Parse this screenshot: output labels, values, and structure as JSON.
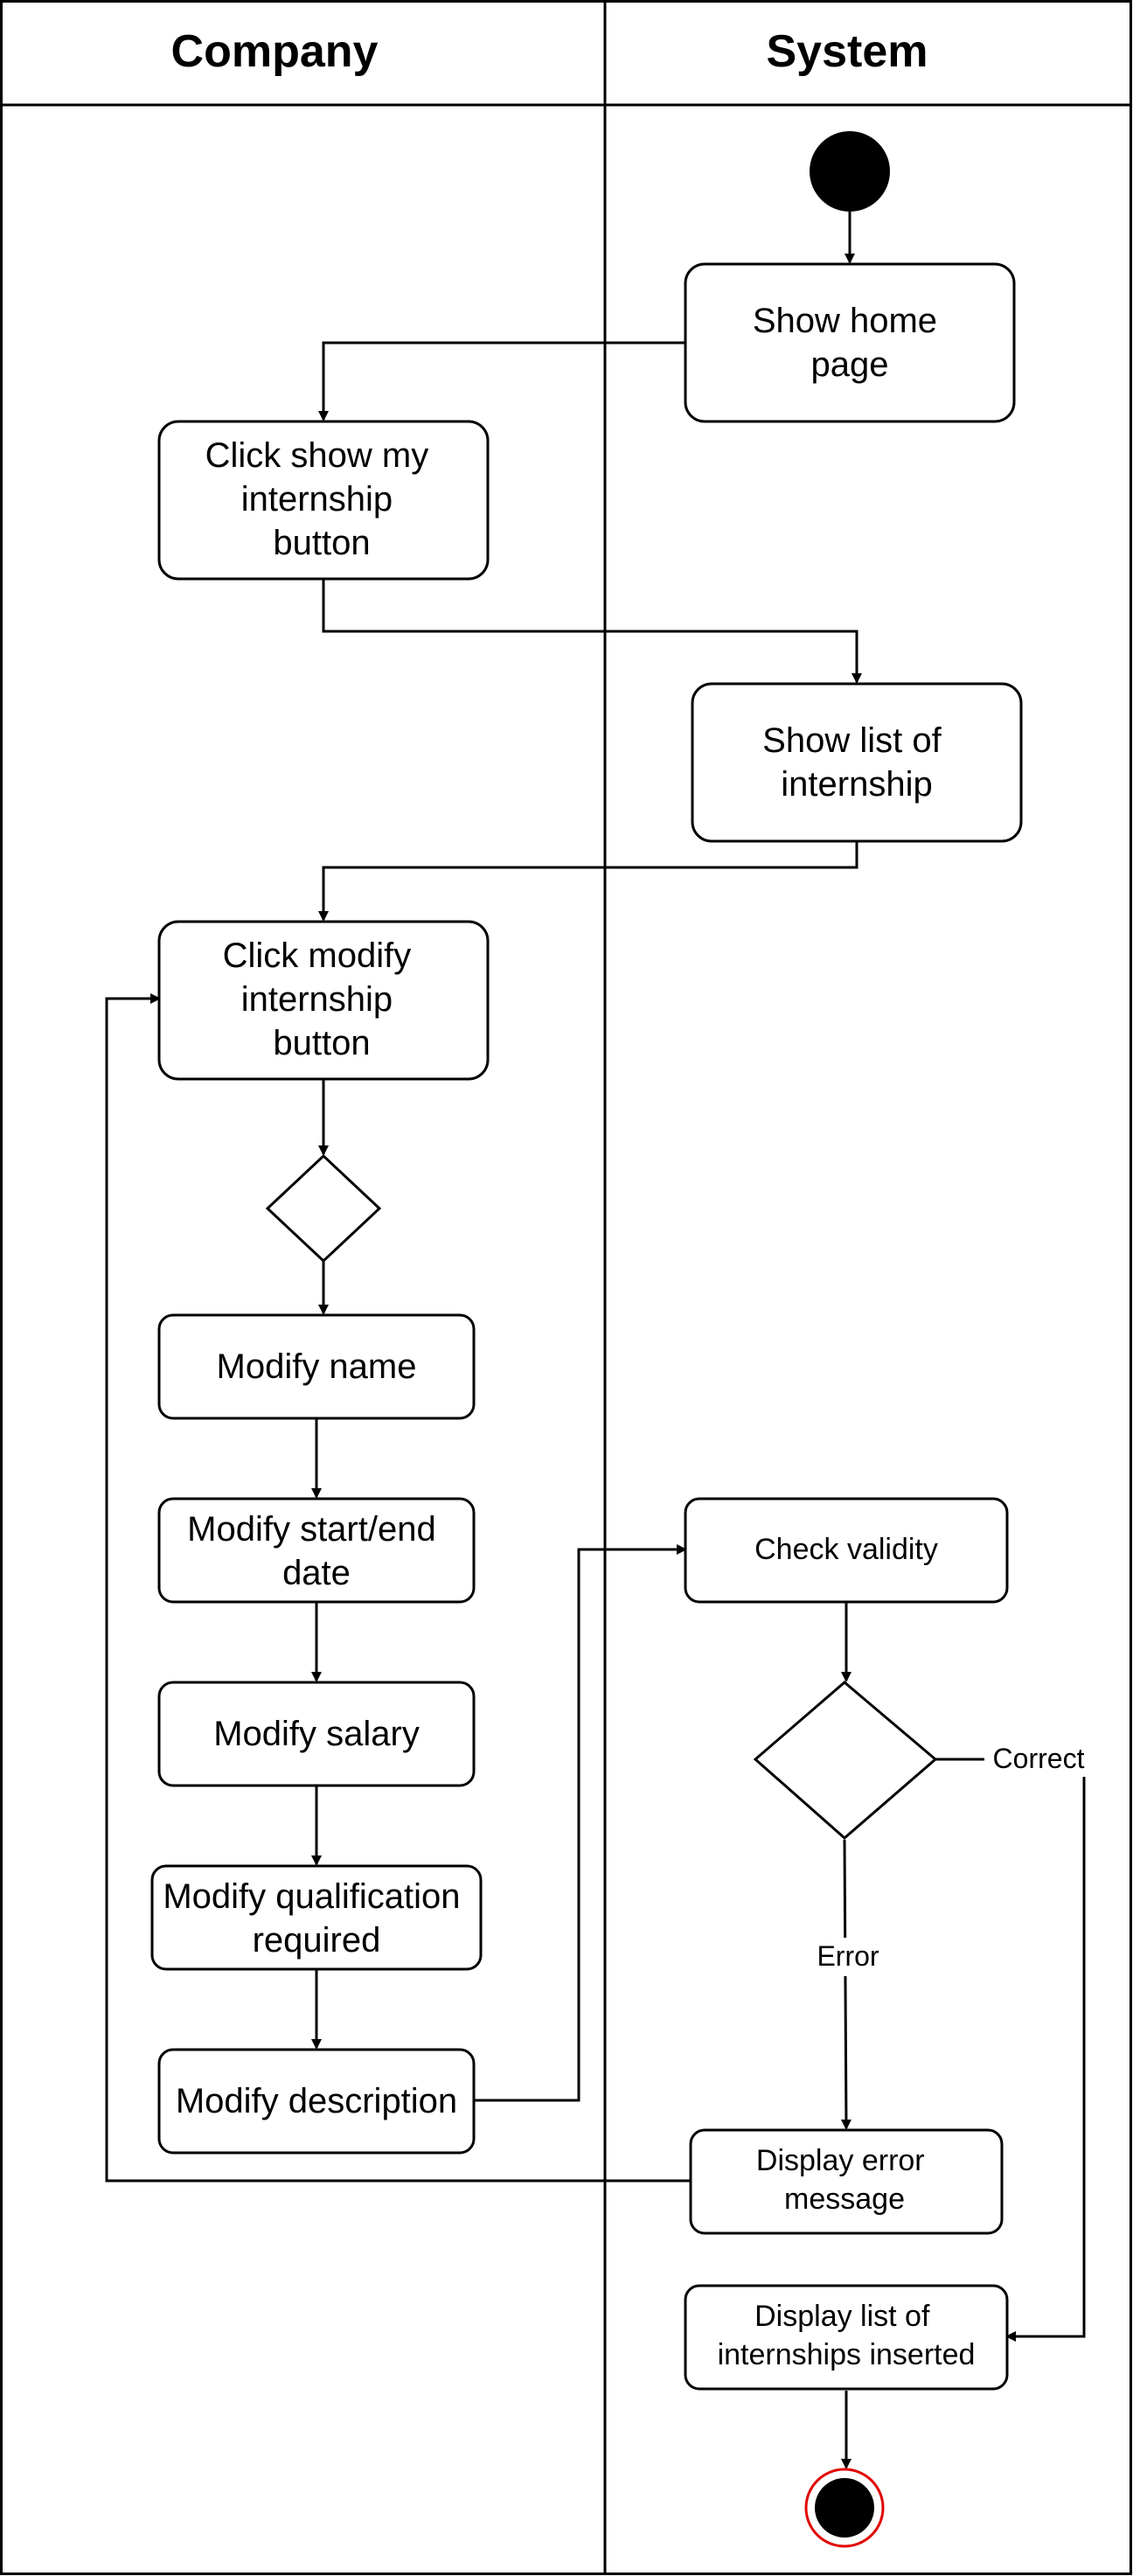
{
  "lanes": {
    "company": "Company",
    "system": "System"
  },
  "nodes": {
    "show_home": [
      "Show home",
      "page"
    ],
    "click_show": [
      "Click show my",
      "internship",
      "button"
    ],
    "show_list": [
      "Show list of",
      "internship"
    ],
    "click_modify": [
      "Click modify",
      "internship",
      "button"
    ],
    "modify_name": [
      "Modify name"
    ],
    "modify_dates": [
      "Modify start/end",
      "date"
    ],
    "modify_salary": [
      "Modify salary"
    ],
    "modify_qual": [
      "Modify qualification",
      "required"
    ],
    "modify_desc": [
      "Modify description"
    ],
    "check_validity": [
      "Check validity"
    ],
    "display_error": [
      "Display error",
      "message"
    ],
    "display_list": [
      "Display list of",
      "internships inserted"
    ]
  },
  "edges": {
    "correct": "Correct",
    "error": "Error"
  }
}
